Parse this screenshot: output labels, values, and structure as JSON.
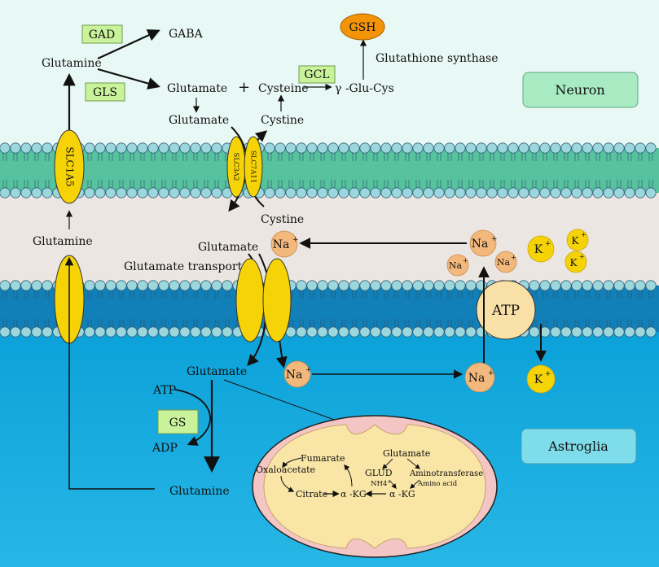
{
  "colors": {
    "neuron_bg": "#e8f8f4",
    "middle_bg": "#ebe6e1",
    "astroglia_bg": "#10a6dc",
    "lipid_head": "#9bd7dc",
    "upper_tails": "#57c29e",
    "lower_tails": "#1180b8",
    "transporter_yellow": "#f6d307",
    "ion_orange": "#f3b97c",
    "gsh_orange": "#f39408",
    "enzyme_box": "#c9f39a",
    "mito_outer": "#f3c5c5",
    "mito_inner": "#f9e6a7",
    "neuron_label_box": "#a8ebc2",
    "astroglia_label_box": "#7fdcea"
  },
  "regions": {
    "neuron": "Neuron",
    "astroglia": "Astroglia"
  },
  "neuron_labels": {
    "gad": "GAD",
    "gaba": "GABA",
    "glutamine": "Glutamine",
    "gls": "GLS",
    "glutamate": "Glutamate",
    "plus": "+",
    "cysteine": "Cysteine",
    "gcl": "GCL",
    "glu_cys": "γ -Glu-Cys",
    "gsh": "GSH",
    "glutathione_synthase": "Glutathione synthase",
    "glutamate_lower": "Glutamate",
    "cystine": "Cystine"
  },
  "transporters": {
    "slc1a5": "SLC1A5",
    "slc3a2": "SLC3A2",
    "slc7a11": "SLC7A11",
    "glutamate_transporter": "Glutamate transporter"
  },
  "cleft_labels": {
    "glutamine": "Glutamine",
    "cystine": "Cystine",
    "glutamate": "Glutamate"
  },
  "ions": {
    "na": "Na",
    "k": "K",
    "plus_sup": "+",
    "atp_pump": "ATP"
  },
  "astro_labels": {
    "glutamate": "Glutamate",
    "atp": "ATP",
    "gs": "GS",
    "adp": "ADP",
    "glutamine": "Glutamine"
  },
  "mito_labels": {
    "fumarate": "Fumarate",
    "glutamate": "Glutamate",
    "oxaloacetate": "Oxaloacetate",
    "glud": "GLUD",
    "aminotransferase": "Aminotransferase",
    "nh4": "NH4⁺",
    "amino_acid": "Amino acid",
    "citrate": "Citrate",
    "akg_left": "α -KG",
    "akg_right": "α -KG"
  }
}
